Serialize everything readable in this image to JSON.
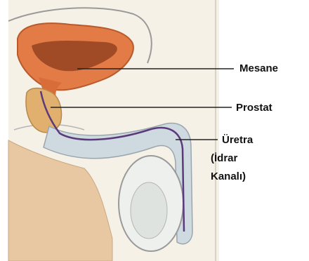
{
  "labels": {
    "bladder": "Mesane",
    "prostate": "Prostat",
    "urethra_line1": "Üretra",
    "urethra_line2": "(İdrar",
    "urethra_line3": "Kanalı)"
  },
  "colors": {
    "background": "#ffffff",
    "panel": "#f7f3ea",
    "skin": "#e8c9a4",
    "bladder": "#e27b45",
    "bladder_dark": "#8b3b1c",
    "prostate": "#e0b070",
    "urethra_tissue": "#cdd8df",
    "urethra_line": "#5a3a7a",
    "outline": "#8c8c8c",
    "leader_line": "#222222"
  }
}
